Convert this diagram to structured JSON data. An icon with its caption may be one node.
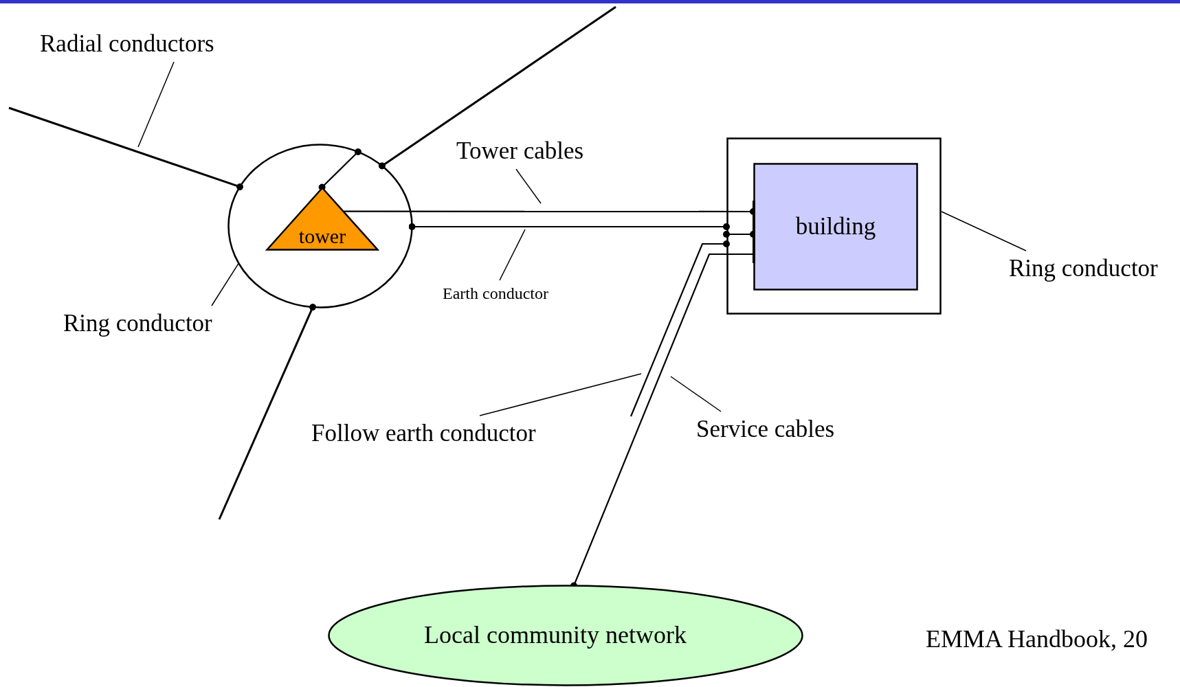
{
  "diagram": {
    "nodes": [
      {
        "text": [
          "Radial conductors"
        ]
      },
      {
        "text": [],
        "shape": "circle"
      },
      {
        "text": [
          "tower"
        ],
        "in": 1
      },
      {
        "text": [],
        "shape": "box"
      },
      {
        "text": [
          "building"
        ],
        "in": 3
      },
      {
        "text": [
          "Tower cables"
        ]
      },
      {
        "text": [
          "Earth conductor"
        ]
      },
      {
        "text": [
          "Ring conductor"
        ]
      },
      {
        "text": [
          "Ring conductor"
        ]
      },
      {
        "text": [
          "Follow earth conductor"
        ]
      },
      {
        "text": [
          "Service cables"
        ]
      },
      {
        "text": [
          "Local community network"
        ]
      }
    ],
    "edges": [
      {
        "from": 1,
        "to": null,
        "arrow": "other"
      },
      {
        "from": 1,
        "to": null,
        "arrow": "other"
      },
      {
        "from": 1,
        "to": null,
        "arrow": "other"
      },
      {
        "from": 2,
        "to": 1,
        "arrow": "other"
      },
      {
        "from": 2,
        "to": 4,
        "arrow": "other"
      },
      {
        "from": 1,
        "to": 3,
        "arrow": "other"
      },
      {
        "from": 3,
        "to": 4,
        "arrow": "other"
      },
      {
        "from": 3,
        "to": null,
        "arrow": "other"
      },
      {
        "from": 4,
        "to": 11,
        "arrow": "other"
      },
      {
        "from": 0,
        "to": null,
        "arrow": "none"
      },
      {
        "from": 5,
        "to": null,
        "arrow": "none"
      },
      {
        "from": 6,
        "to": null,
        "arrow": "none"
      },
      {
        "from": 7,
        "to": 1,
        "arrow": "none"
      },
      {
        "from": 8,
        "to": 3,
        "arrow": "none"
      },
      {
        "from": 9,
        "to": null,
        "arrow": "none"
      },
      {
        "from": 10,
        "to": null,
        "arrow": "none"
      }
    ],
    "labels": [
      "EMMA Handbook, 20"
    ]
  }
}
